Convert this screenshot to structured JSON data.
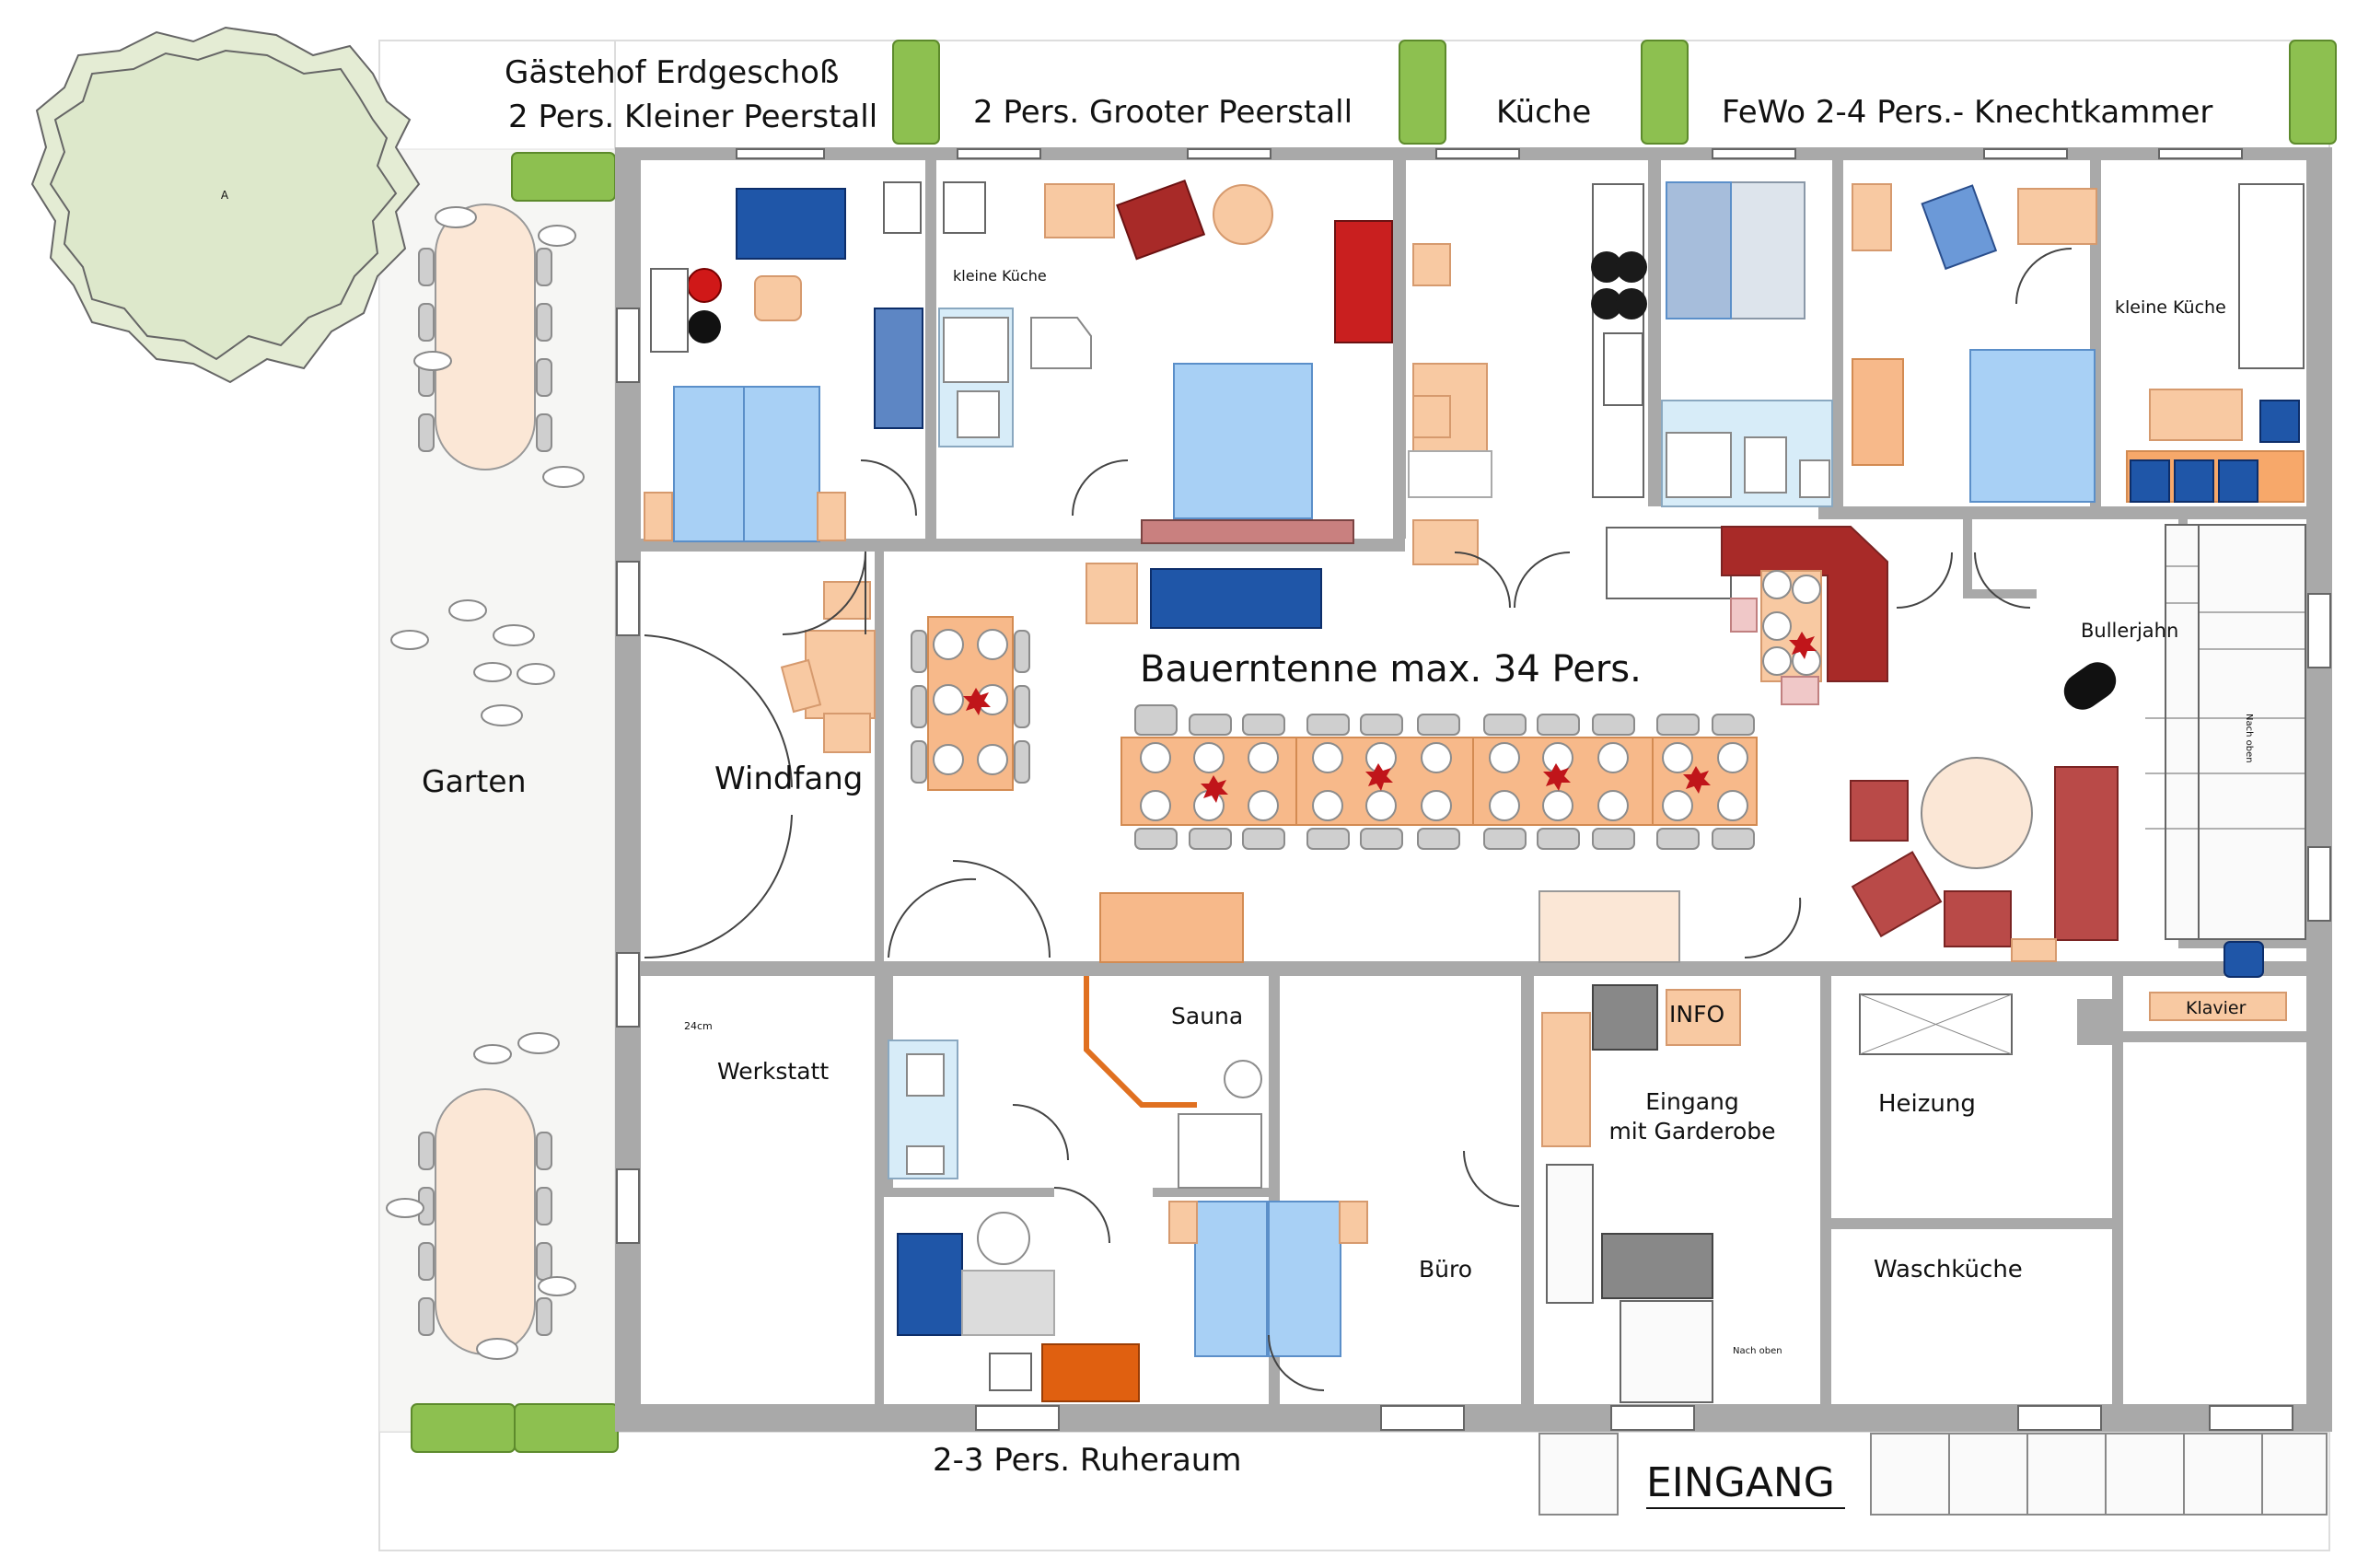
{
  "rooms": {
    "top_title_line1": "Gästehof Erdgeschoß",
    "top_title_line2": "2 Pers. Kleiner Peerstall",
    "grooter": "2 Pers. Grooter Peerstall",
    "kueche": "Küche",
    "fewo": "FeWo 2-4 Pers.- Knechtkammer",
    "kleine_kueche_left": "kleine  Küche",
    "kleine_kueche_right": "kleine Küche",
    "bauerntenne": "Bauerntenne  max. 34 Pers.",
    "windfang": "Windfang",
    "garten": "Garten",
    "bullerjahn": "Bullerjahn",
    "nach_oben_1": "Nach oben",
    "nach_oben_2": "Nach oben",
    "sauna": "Sauna",
    "werkstatt": "Werkstatt",
    "wall_24cm": "24cm",
    "info": "INFO",
    "eingang_garderobe_1": "Eingang",
    "eingang_garderobe_2": "mit Garderobe",
    "heizung": "Heizung",
    "klavier": "Klavier",
    "buero": "Büro",
    "waschkueche": "Waschküche",
    "ruheraum": "2-3 Pers. Ruheraum",
    "eingang": "EINGANG",
    "tree_mark": "A"
  },
  "colors": {
    "wall": "#a9a9a9",
    "bed": "#a8d0f5",
    "table": "#f7b98a",
    "sofa_red": "#b94a48",
    "sofa_blue": "#1f56a8",
    "hedge": "#8dc050",
    "tree": "#e4ecd4"
  }
}
